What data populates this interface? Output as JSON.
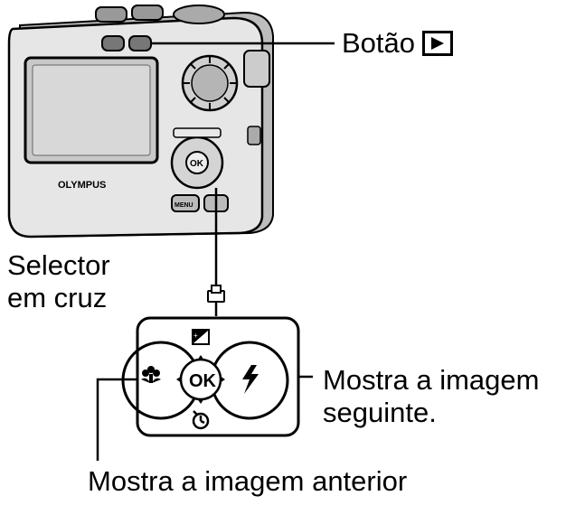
{
  "labels": {
    "play_button_label": "Botão",
    "play_button_icon": "play-icon",
    "selector_line1": "Selector",
    "selector_line2": "em cruz",
    "next_line1": "Mostra a imagem",
    "next_line2": "seguinte.",
    "previous": "Mostra a imagem anterior"
  },
  "camera": {
    "brand": "OLYMPUS",
    "ok_label": "OK",
    "menu_label": "MENU"
  },
  "dpad": {
    "ok_label": "OK",
    "up_icon": "exposure-compensation-icon",
    "left_icon": "macro-icon",
    "right_icon": "flash-icon",
    "down_icon": "self-timer-icon",
    "print_icon": "print-icon"
  },
  "colors": {
    "line": "#000000",
    "camera_body": "#d9d9d9",
    "screen": "#bfbfbf"
  }
}
